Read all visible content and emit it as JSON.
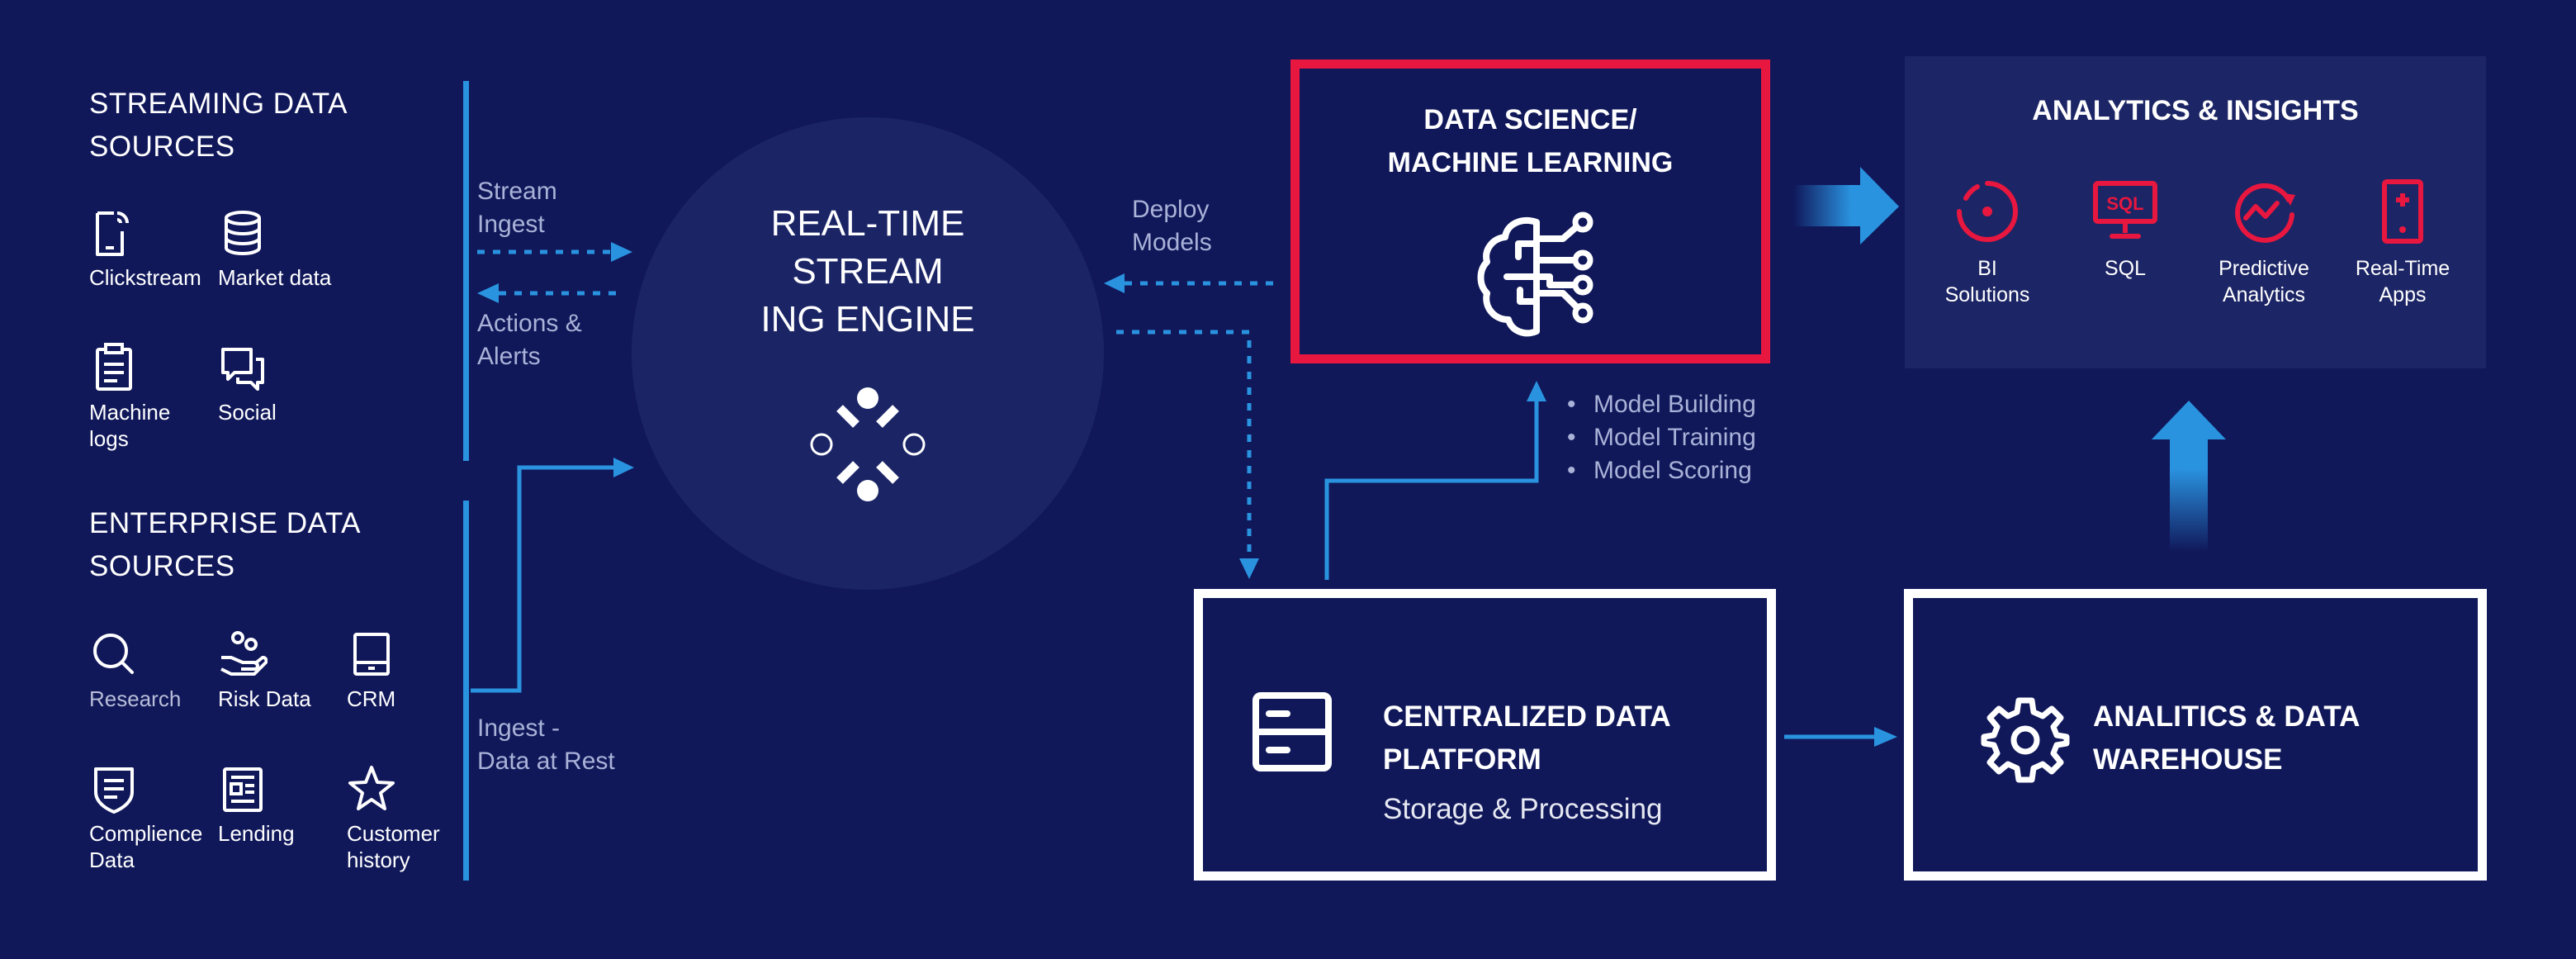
{
  "streaming": {
    "title_line1": "STREAMING DATA",
    "title_line2": "SOURCES",
    "items": [
      {
        "label_line1": "Clickstream",
        "label_line2": "",
        "icon": "mobile-phone-icon"
      },
      {
        "label_line1": "Market data",
        "label_line2": "",
        "icon": "database-icon"
      },
      {
        "label_line1": "Machine",
        "label_line2": "logs",
        "icon": "clipboard-icon"
      },
      {
        "label_line1": "Social",
        "label_line2": "",
        "icon": "chat-bubbles-icon"
      }
    ]
  },
  "enterprise": {
    "title_line1": "ENTERPRISE DATA",
    "title_line2": "SOURCES",
    "items": [
      {
        "label_line1": "Research",
        "label_line2": "",
        "icon": "magnifier-icon"
      },
      {
        "label_line1": "Risk Data",
        "label_line2": "",
        "icon": "hand-coins-icon"
      },
      {
        "label_line1": "CRM",
        "label_line2": "",
        "icon": "monitor-icon"
      },
      {
        "label_line1": "Complience",
        "label_line2": "Data",
        "icon": "shield-document-icon"
      },
      {
        "label_line1": "Lending",
        "label_line2": "",
        "icon": "newspaper-icon"
      },
      {
        "label_line1": "Customer",
        "label_line2": "history",
        "icon": "star-icon"
      }
    ]
  },
  "flows": {
    "stream_ingest_1": "Stream",
    "stream_ingest_2": "Ingest",
    "actions_1": "Actions &",
    "actions_2": "Alerts",
    "ingest_rest_1": "Ingest -",
    "ingest_rest_2": "Data at Rest",
    "deploy_1": "Deploy",
    "deploy_2": "Models"
  },
  "engine": {
    "line1": "REAL-TIME",
    "line2": "STREAM",
    "line3": "ING ENGINE",
    "icon": "stream-engine-icon"
  },
  "ml": {
    "title_line1": "DATA SCIENCE/",
    "title_line2": "MACHINE LEARNING",
    "icon": "brain-circuit-icon",
    "bullets": [
      "Model Building",
      "Model Training",
      "Model Scoring"
    ]
  },
  "analytics": {
    "title": "ANALYTICS & INSIGHTS",
    "items": [
      {
        "label_line1": "BI",
        "label_line2": "Solutions",
        "icon": "target-icon"
      },
      {
        "label_line1": "SQL",
        "label_line2": "",
        "icon": "sql-monitor-icon"
      },
      {
        "label_line1": "Predictive",
        "label_line2": "Analytics",
        "icon": "predictive-gauge-icon"
      },
      {
        "label_line1": "Real-Time",
        "label_line2": "Apps",
        "icon": "tablet-icon"
      }
    ]
  },
  "platform": {
    "title_line1": "CENTRALIZED DATA",
    "title_line2": "PLATFORM",
    "subtitle": "Storage & Processing",
    "icon": "server-icon"
  },
  "warehouse": {
    "title_line1": "ANALITICS & DATA",
    "title_line2": "WAREHOUSE",
    "icon": "gear-icon"
  },
  "colors": {
    "background": "#10185a",
    "accent_blue": "#2a93e0",
    "accent_red": "#e8173f",
    "panel": "#1c2565"
  }
}
